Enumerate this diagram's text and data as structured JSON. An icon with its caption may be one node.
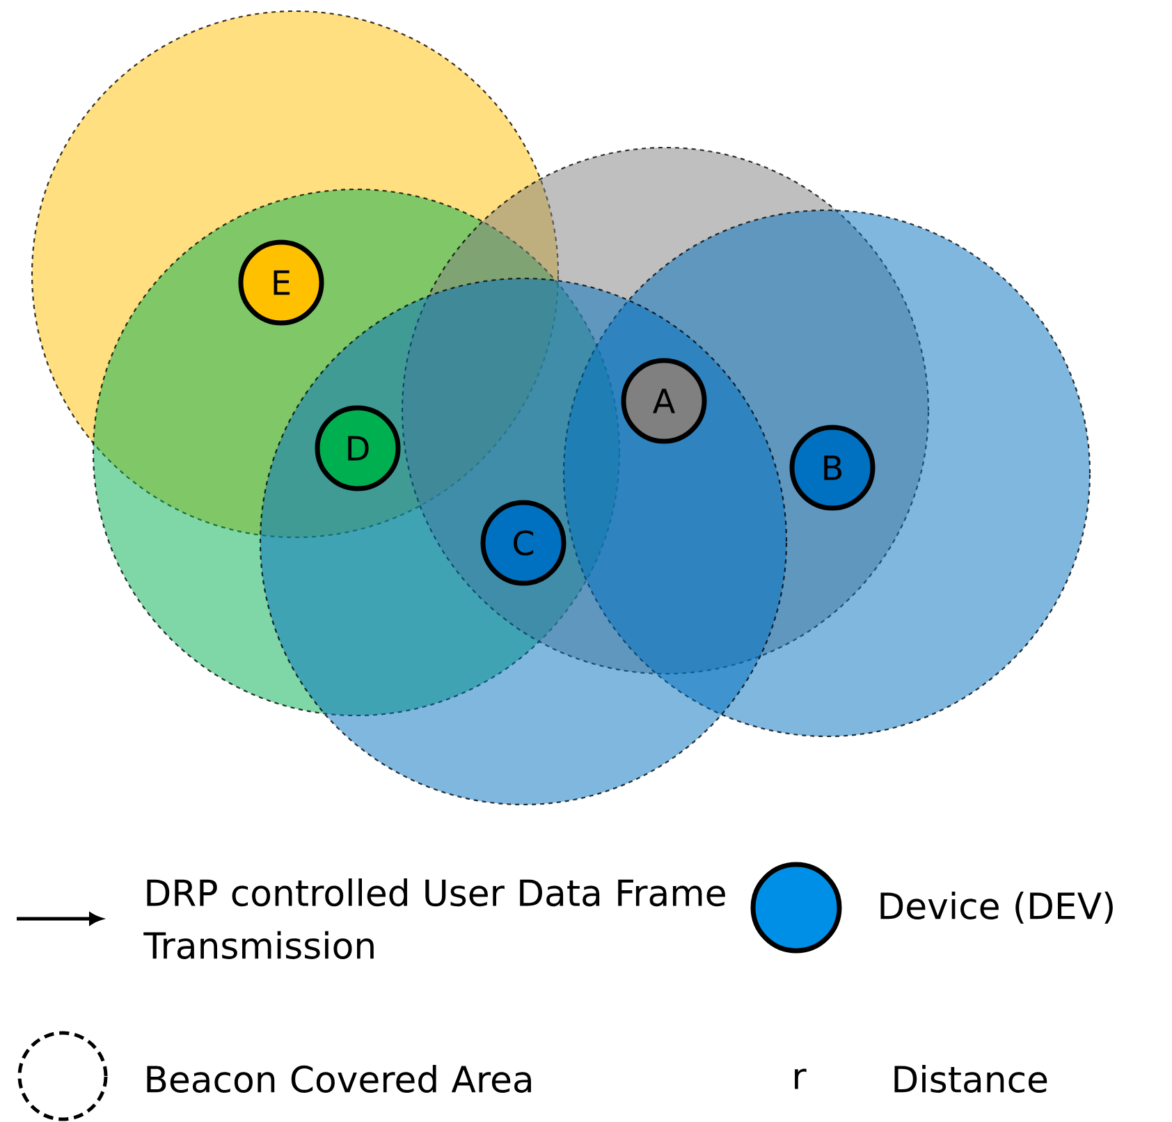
{
  "diagram": {
    "nodes": [
      {
        "text": [
          "E"
        ]
      },
      {
        "text": [
          "D"
        ]
      },
      {
        "text": [
          "A"
        ]
      },
      {
        "text": [
          "B"
        ]
      },
      {
        "text": [
          "C"
        ]
      }
    ],
    "labels": [
      "r"
    ],
    "legend": [
      {
        "text": "DRP controlled User Data Frame Transmission"
      },
      {
        "text": "Device (DEV)"
      },
      {
        "text": "Beacon Covered Area"
      },
      {
        "text": "Distance"
      }
    ]
  }
}
